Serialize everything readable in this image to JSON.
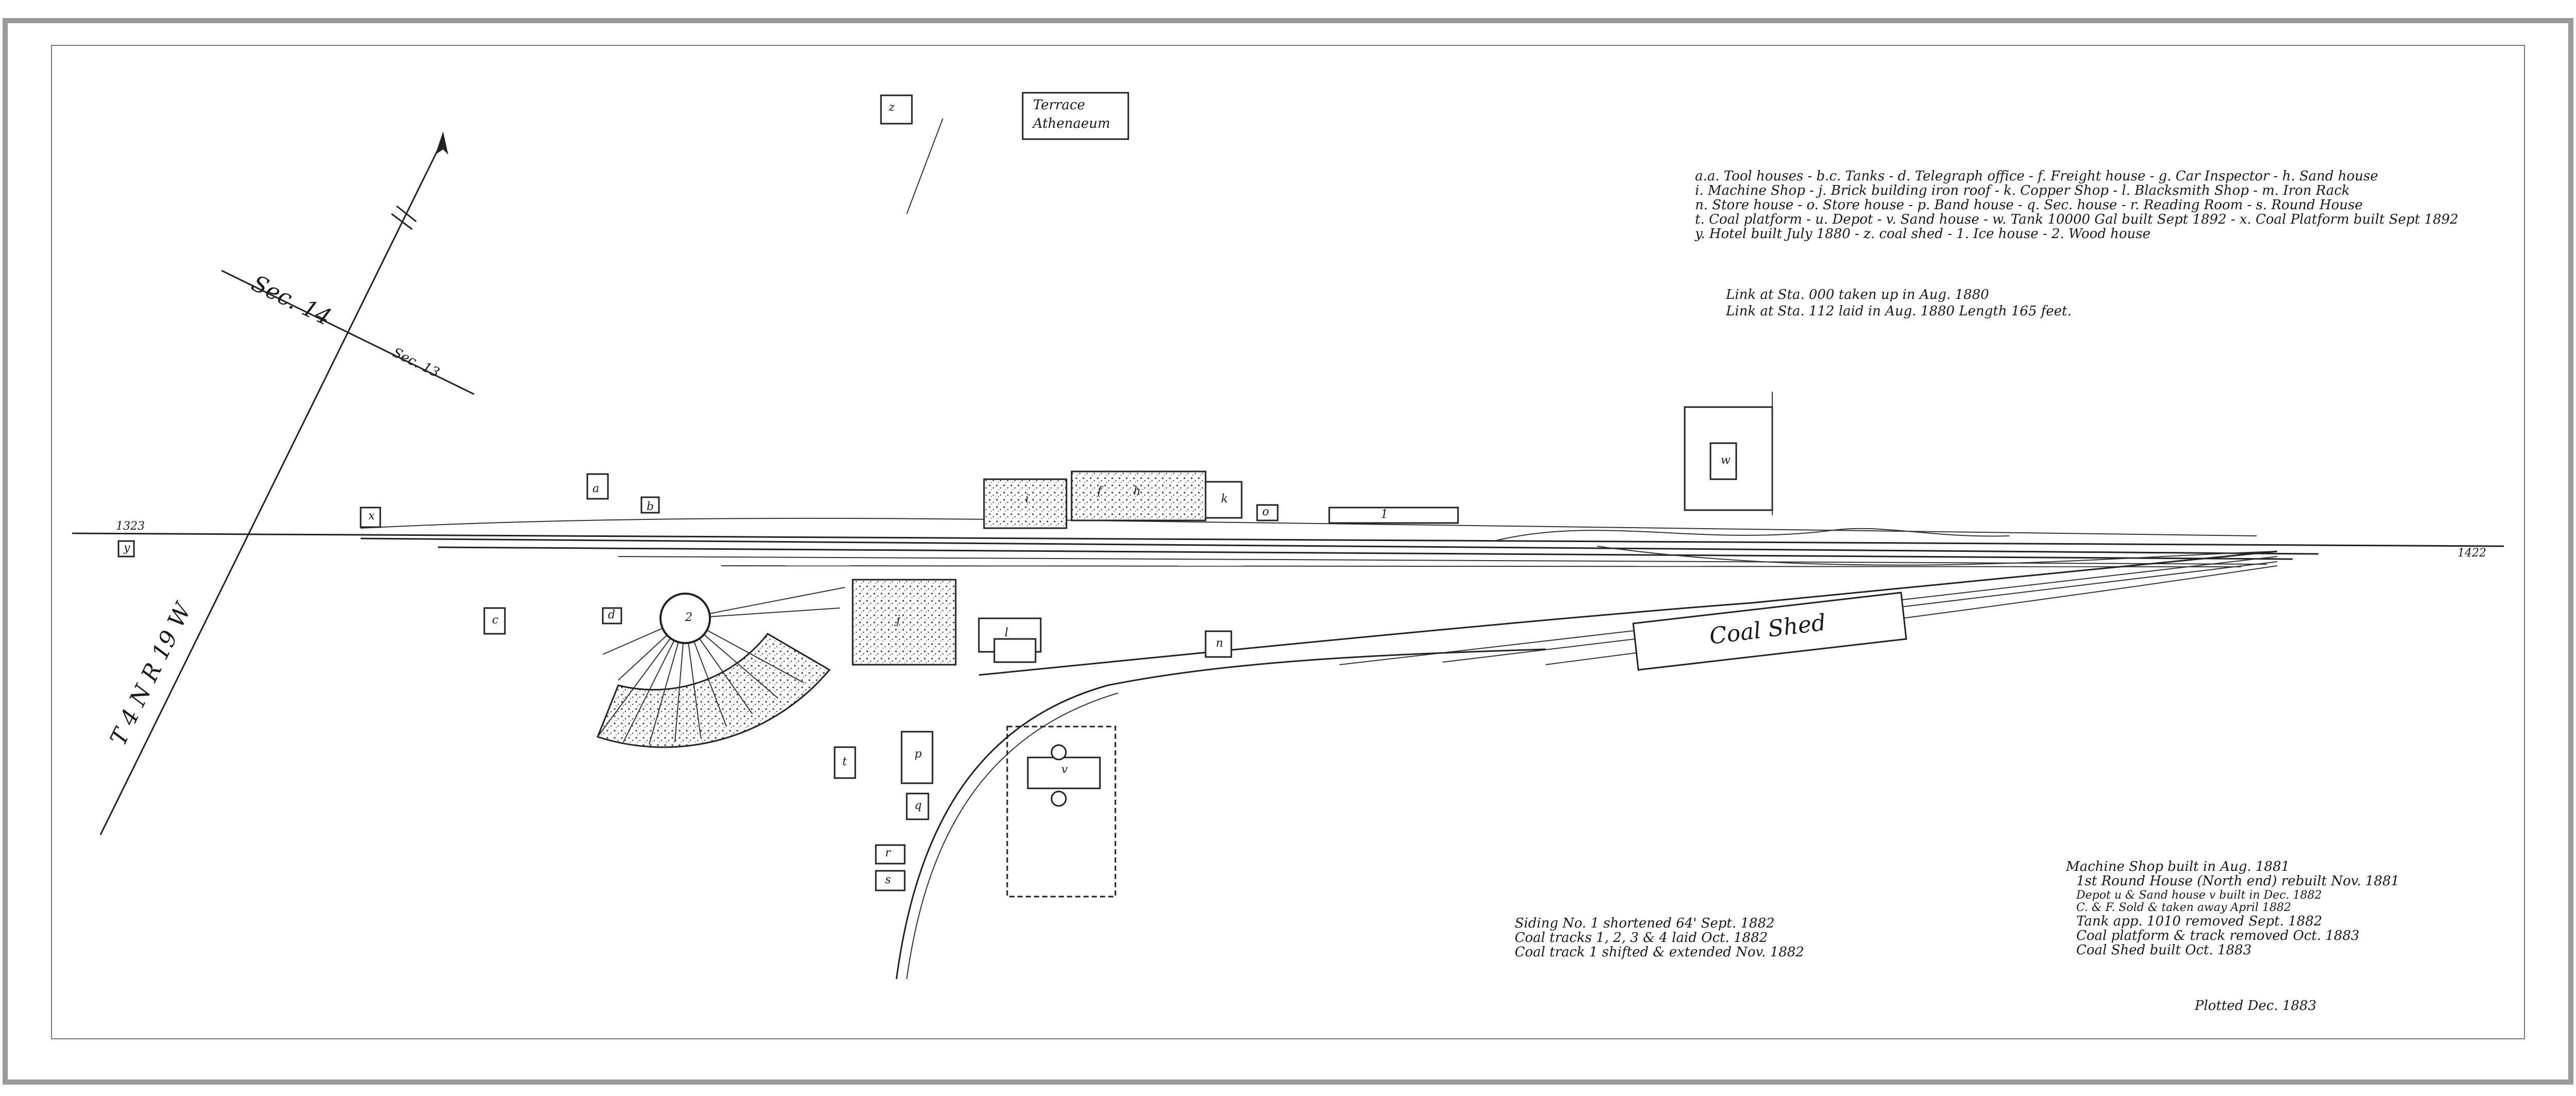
{
  "map": {
    "terrace_label": "Terrace",
    "terrace_sub": "Athenaeum",
    "section_14": "Sec. 14",
    "section_13": "Sec. 13",
    "township": "T 4 N R 19 W",
    "coal_shed": "Coal    Shed",
    "legend": [
      "a.a. Tool houses - b.c. Tanks - d. Telegraph office - f. Freight house - g. Car Inspector - h. Sand house",
      "i. Machine Shop - j. Brick building iron roof - k. Copper Shop - l. Blacksmith Shop - m. Iron Rack",
      "n. Store house - o. Store house - p. Band house - q. Sec. house - r. Reading Room - s. Round House",
      "t. Coal platform - u. Depot - v. Sand house - w. Tank 10000 Gal built Sept 1892 - x. Coal Platform built Sept 1892",
      "y. Hotel built July 1880 - z. coal shed - 1. Ice house - 2. Wood house"
    ],
    "link_notes": [
      "Link at Sta. 000 taken up in Aug. 1880",
      "Link at Sta. 112 laid in Aug. 1880 Length 165 feet."
    ],
    "siding_notes": [
      "Siding No. 1 shortened 64' Sept. 1882",
      "Coal tracks 1, 2, 3 & 4 laid Oct. 1882",
      "Coal track 1 shifted & extended Nov. 1882"
    ],
    "history_notes": [
      "Machine Shop built in Aug. 1881",
      "1st Round House (North end) rebuilt Nov. 1881",
      "Depot u & Sand house v built in Dec. 1882",
      "C. & F. Sold & taken away April 1882",
      "Tank app. 1010 removed Sept. 1882",
      "Coal platform & track removed Oct. 1883",
      "Coal Shed built Oct. 1883"
    ],
    "plotted": "Plotted Dec. 1883",
    "station_left": "1323",
    "station_right": "1422",
    "building_letters": [
      "a",
      "b",
      "c",
      "d",
      "f",
      "h",
      "k",
      "i",
      "j",
      "l",
      "n",
      "o",
      "p",
      "q",
      "r",
      "s",
      "t",
      "v",
      "w",
      "x",
      "y",
      "z",
      "1",
      "2"
    ]
  }
}
